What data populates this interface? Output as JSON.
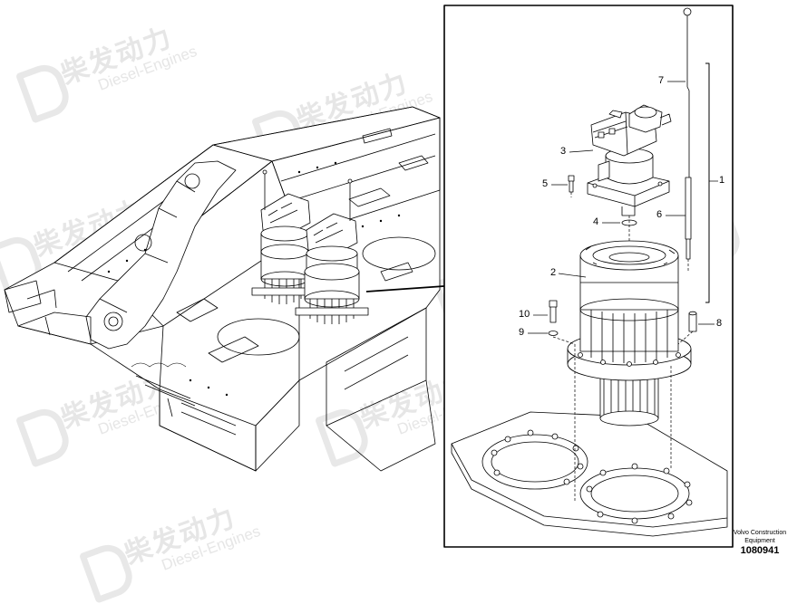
{
  "watermark": {
    "brand_cn": "柴发动力",
    "brand_en": "Diesel-Engines"
  },
  "callouts": [
    "1",
    "2",
    "3",
    "4",
    "5",
    "6",
    "7",
    "8",
    "9",
    "10"
  ],
  "caption": {
    "line1": "Volvo Construction",
    "line2": "Equipment",
    "doc_id": "1080941"
  }
}
